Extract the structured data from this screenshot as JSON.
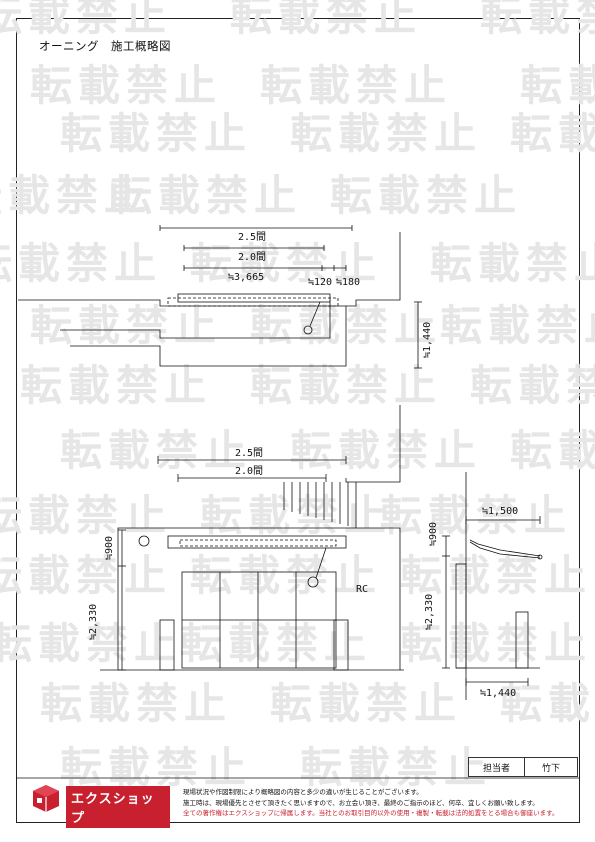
{
  "title": "オーニング　施工概略図",
  "watermark": "転載禁止",
  "plan_view": {
    "dims": {
      "width_25ken": "2.5間",
      "width_20ken": "2.0間",
      "width_3665": "≒3,665",
      "offset_120": "≒120",
      "offset_180": "≒180",
      "projection_1440": "≒1,440"
    }
  },
  "front_view": {
    "dims": {
      "width_25ken": "2.5間",
      "width_20ken": "2.0間",
      "height_900": "≒900",
      "height_2330": "≒2,330"
    },
    "wall_label": "RC"
  },
  "side_view": {
    "dims": {
      "top_1500": "≒1,500",
      "height_900": "≒900",
      "height_2330": "≒2,330",
      "bottom_1440": "≒1,440"
    }
  },
  "staff": {
    "label": "担当者",
    "name": "竹下"
  },
  "logo": {
    "name": "エクスショップ",
    "url": "https://www.ex-shop.net/"
  },
  "notes": {
    "line1": "現場状況や作図制限により概略図の内容と多少の違いが生じることがございます。",
    "line2": "施工時は、現場優先とさせて頂きたく思いますので、お立会い頂き、最終のご指示のほど、何卒、宜しくお願い致します。",
    "line3": "全ての著作権はエクスショップに帰属します。当社とのお取引目的以外の使用・複製・転載は法的処置をとる場合も御座います。"
  }
}
